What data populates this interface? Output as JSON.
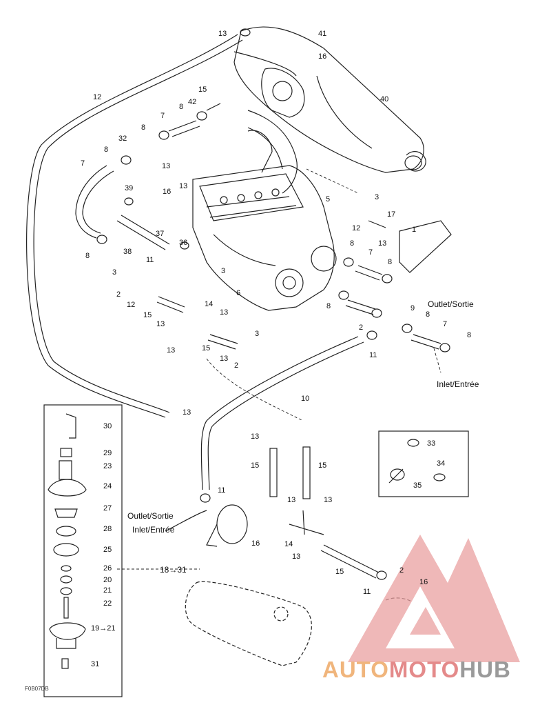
{
  "diagram": {
    "callouts": [
      "13",
      "41",
      "16",
      "12",
      "40",
      "15",
      "42",
      "8",
      "7",
      "8",
      "32",
      "8",
      "7",
      "13",
      "39",
      "16",
      "13",
      "5",
      "3",
      "17",
      "12",
      "13",
      "1",
      "37",
      "36",
      "38",
      "8",
      "11",
      "3",
      "3",
      "8",
      "7",
      "8",
      "2",
      "6",
      "12",
      "15",
      "13",
      "14",
      "13",
      "2",
      "8",
      "9",
      "8",
      "7",
      "8",
      "Outlet/Sortie",
      "3",
      "13",
      "15",
      "13",
      "2",
      "11",
      "Inlet/Entrée",
      "10",
      "13",
      "30",
      "29",
      "23",
      "24",
      "27",
      "28",
      "25",
      "26",
      "20",
      "21",
      "22",
      "19→21",
      "31",
      "13",
      "15",
      "15",
      "11",
      "Outlet/Sortie",
      "Inlet/Entrée",
      "16",
      "18→31",
      "13",
      "13",
      "14",
      "13",
      "15",
      "2",
      "16",
      "11",
      "33",
      "34",
      "35"
    ],
    "ref": "F0B07DB"
  },
  "watermark": {
    "part1": "AUTO",
    "part2": "MOTO",
    "part3": "HUB"
  },
  "colors": {
    "line": "#222222",
    "wm_orange": "#f0b57c",
    "wm_red": "#e48a8a",
    "wm_gray": "#9a9a9a"
  }
}
